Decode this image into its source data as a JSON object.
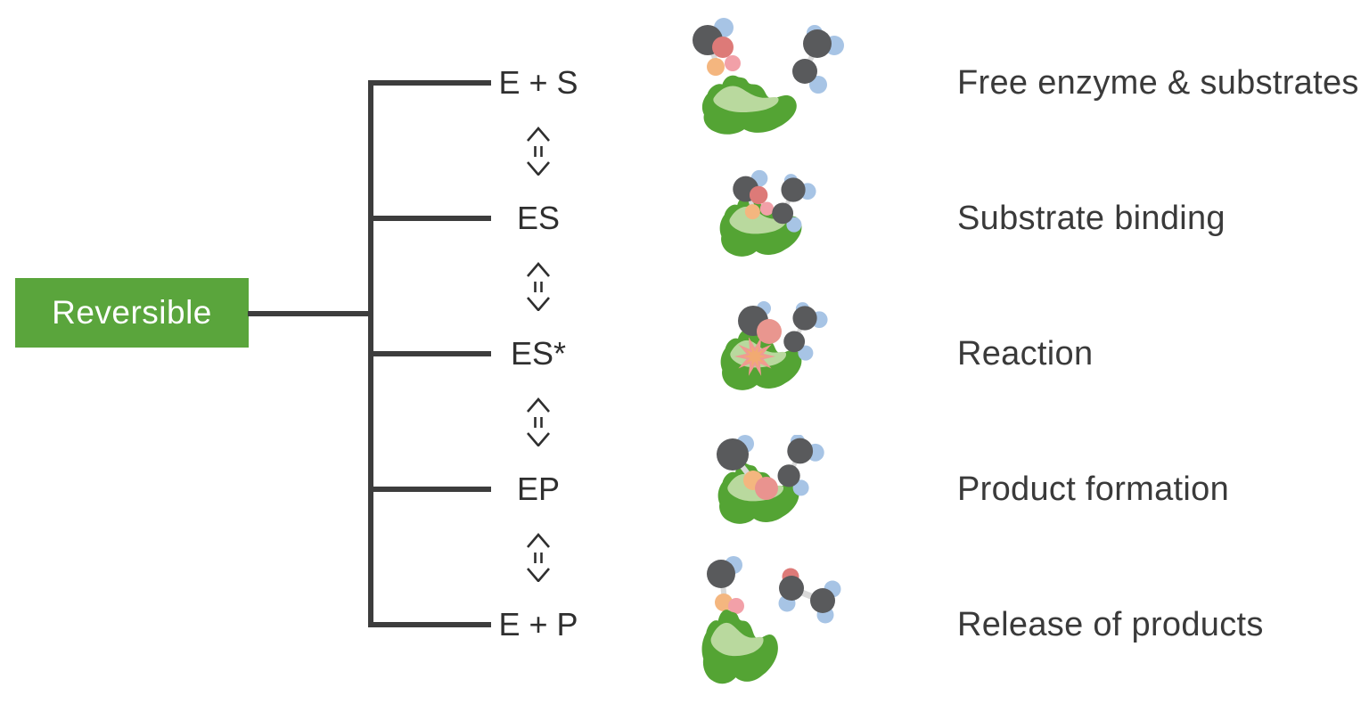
{
  "diagram": {
    "root_label": "Reversible",
    "stages": [
      {
        "formula": "E + S",
        "description": "Free enzyme & substrates"
      },
      {
        "formula": "ES",
        "description": "Substrate binding"
      },
      {
        "formula": "ES*",
        "description": "Reaction"
      },
      {
        "formula": "EP",
        "description": "Product formation"
      },
      {
        "formula": "E + P",
        "description": "Release of products"
      }
    ],
    "connector_symbol": "reversible-double-arrow",
    "colors": {
      "accent_green": "#5aa53c",
      "enzyme_green": "#54a434",
      "enzyme_highlight_green": "#b9d99e",
      "connector_gray": "#3d3d3d",
      "text_dark": "#333333",
      "atom_gray": "#595a5c",
      "atom_blue": "#a7c4e5",
      "atom_red": "#dd7a78",
      "atom_orange": "#f4b67f",
      "atom_pink": "#f2a0a8",
      "bond_gray": "#d9d9d9",
      "burst_salmon": "#ef9b92",
      "burst_orange": "#f2aa72"
    }
  }
}
